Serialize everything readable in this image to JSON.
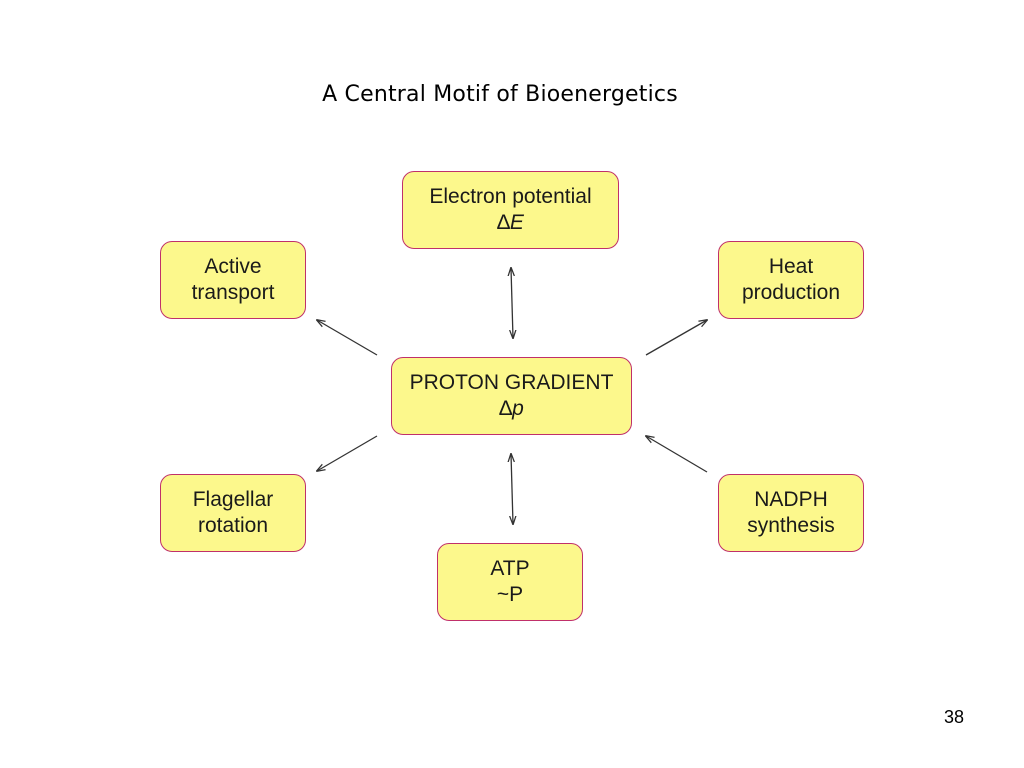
{
  "title": "A Central Motif of Bioenergetics",
  "colors": {
    "box_fill": "#fcf88c",
    "box_border": "#c0306a",
    "arrow": "#333333"
  },
  "nodes": {
    "electron_potential": {
      "line1": "Electron potential",
      "symbol": "∆",
      "var": "E"
    },
    "active_transport": {
      "line1": "Active",
      "line2": "transport"
    },
    "heat_production": {
      "line1": "Heat",
      "line2": "production"
    },
    "proton_gradient": {
      "line1": "PROTON GRADIENT",
      "symbol": "∆",
      "var": "p"
    },
    "flagellar_rotation": {
      "line1": "Flagellar",
      "line2": "rotation"
    },
    "nadph_synthesis": {
      "line1": "NADPH",
      "line2": "synthesis"
    },
    "atp": {
      "line1": "ATP",
      "line2": "~P"
    }
  },
  "page_number": "38"
}
